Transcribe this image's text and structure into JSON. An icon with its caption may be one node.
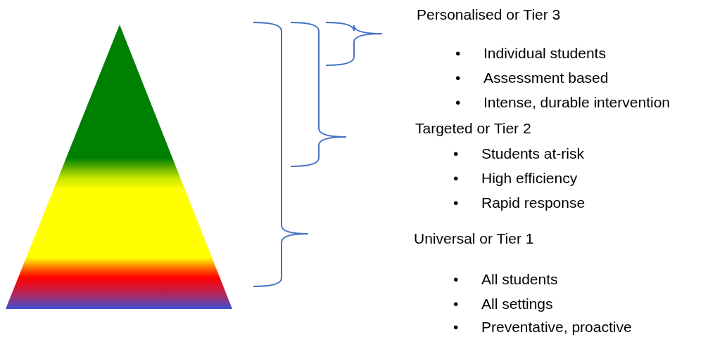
{
  "diagram": {
    "labels": [
      "Personalised or Tier 3",
      "•",
      "Individual students",
      "•",
      "Assessment based",
      "•",
      "Intense, durable intervention",
      "Targeted or Tier 2",
      "•",
      "Students at-risk",
      "•",
      "High efficiency",
      "•",
      "Rapid response",
      "Universal or Tier 1",
      "•",
      "All students",
      "•",
      "All settings",
      "•",
      "Preventative, proactive"
    ]
  }
}
